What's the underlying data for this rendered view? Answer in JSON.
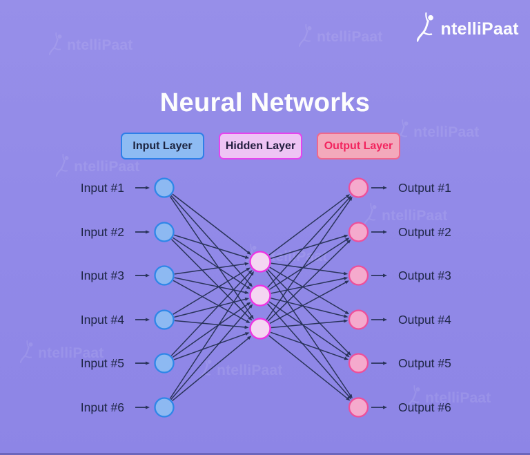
{
  "brand": {
    "wordmark": "ntelliPaat"
  },
  "title": "Neural Networks",
  "legend": {
    "input": {
      "label": "Input Layer"
    },
    "hidden": {
      "label": "Hidden Layer"
    },
    "output": {
      "label": "Output Layer"
    }
  },
  "network": {
    "input_labels": [
      "Input #1",
      "Input #2",
      "Input #3",
      "Input #4",
      "Input #5",
      "Input #6"
    ],
    "hidden_node_count": 3,
    "output_labels": [
      "Output #1",
      "Output #2",
      "Output #3",
      "Output #4",
      "Output #5",
      "Output #6"
    ],
    "fully_connected": true
  },
  "colors": {
    "background": "#918ae8",
    "edge": "#29335a",
    "input_node_fill": "#8db9f2",
    "input_node_border": "#2e87e8",
    "hidden_node_fill": "#f4d6f2",
    "hidden_node_border": "#ee32e2",
    "output_node_fill": "#f5aacd",
    "output_node_border": "#ee4f9a",
    "legend_input_fill": "#8ebbf3",
    "legend_input_border": "#2e7fe8",
    "legend_input_text": "#1c2440",
    "legend_hidden_fill": "#eec4f4",
    "legend_hidden_border": "#e644ee",
    "legend_hidden_text": "#221d3e",
    "legend_output_fill": "#f3a9bb",
    "legend_output_border": "#f0688c",
    "legend_output_text": "#f2245e",
    "label_text": "#1d2544",
    "title_text": "#fdfdfd"
  }
}
